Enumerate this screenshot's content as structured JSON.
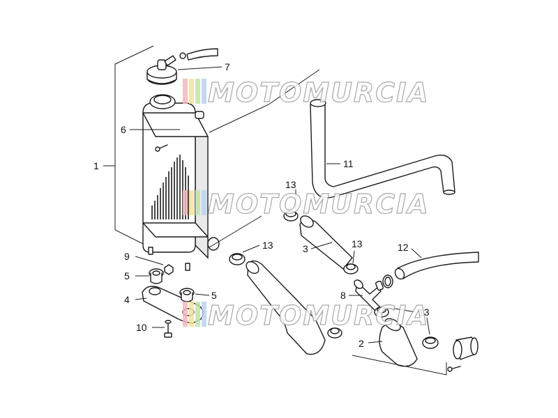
{
  "watermark": {
    "text": "MOTOMURCIA",
    "stripe_colors": [
      "#f2b8b8",
      "#f6e29a",
      "#bfe3b4",
      "#b8d3ef"
    ]
  },
  "callouts": [
    {
      "id": "1",
      "text": "1"
    },
    {
      "id": "2",
      "text": "2"
    },
    {
      "id": "3",
      "text": "3"
    },
    {
      "id": "4",
      "text": "4"
    },
    {
      "id": "5a",
      "text": "5"
    },
    {
      "id": "5b",
      "text": "5"
    },
    {
      "id": "6",
      "text": "6"
    },
    {
      "id": "7",
      "text": "7"
    },
    {
      "id": "8",
      "text": "8"
    },
    {
      "id": "9",
      "text": "9"
    },
    {
      "id": "10",
      "text": "10"
    },
    {
      "id": "11",
      "text": "11"
    },
    {
      "id": "12",
      "text": "12"
    },
    {
      "id": "13a",
      "text": "13"
    },
    {
      "id": "13b",
      "text": "13"
    },
    {
      "id": "13c",
      "text": "13"
    },
    {
      "id": "13d",
      "text": "13"
    }
  ]
}
